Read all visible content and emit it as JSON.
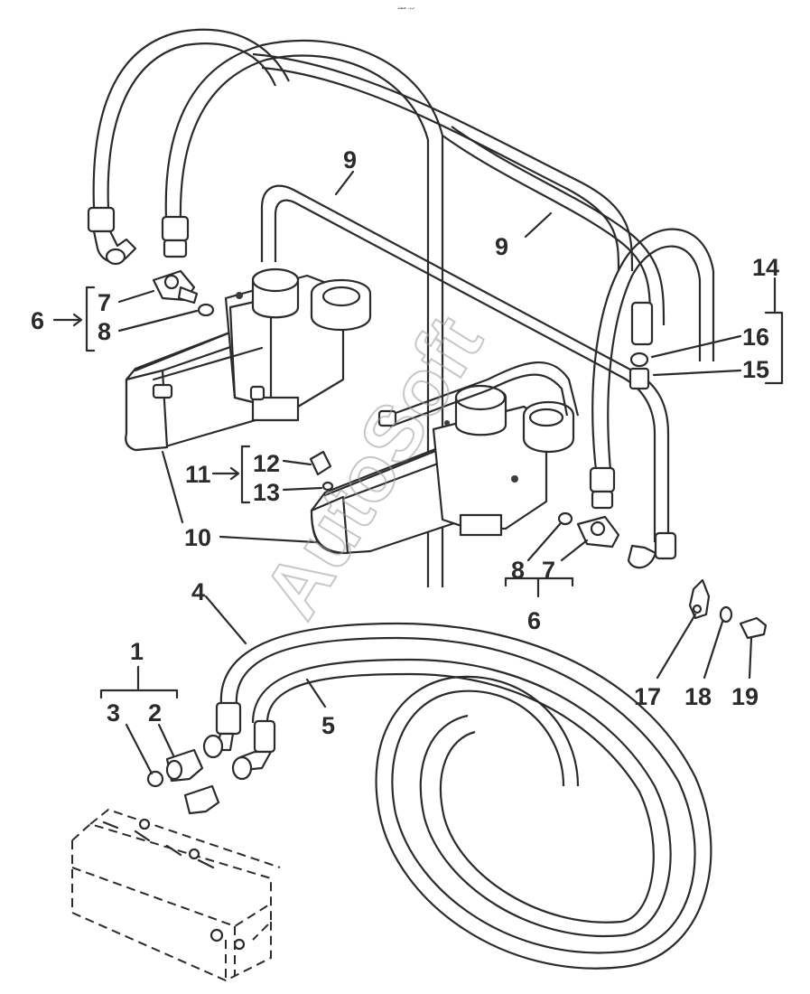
{
  "header": {
    "mark": "ب. ممد"
  },
  "watermark": {
    "text": "AutoSoft"
  },
  "callouts": {
    "c1": "1",
    "c2": "2",
    "c3": "3",
    "c4": "4",
    "c5": "5",
    "c6_left": "6",
    "c6_bottom": "6",
    "c7_left": "7",
    "c7_bottom": "7",
    "c8_left": "8",
    "c8_bottom": "8",
    "c9_top": "9",
    "c9_right": "9",
    "c10": "10",
    "c11": "11",
    "c12": "12",
    "c13": "13",
    "c14": "14",
    "c15": "15",
    "c16": "16",
    "c17": "17",
    "c18": "18",
    "c19": "19"
  },
  "icons": [
    "hose-icon",
    "cylinder-icon",
    "fitting-icon",
    "oring-icon",
    "valve-block-icon",
    "clamp-icon",
    "bolt-icon",
    "washer-icon"
  ]
}
